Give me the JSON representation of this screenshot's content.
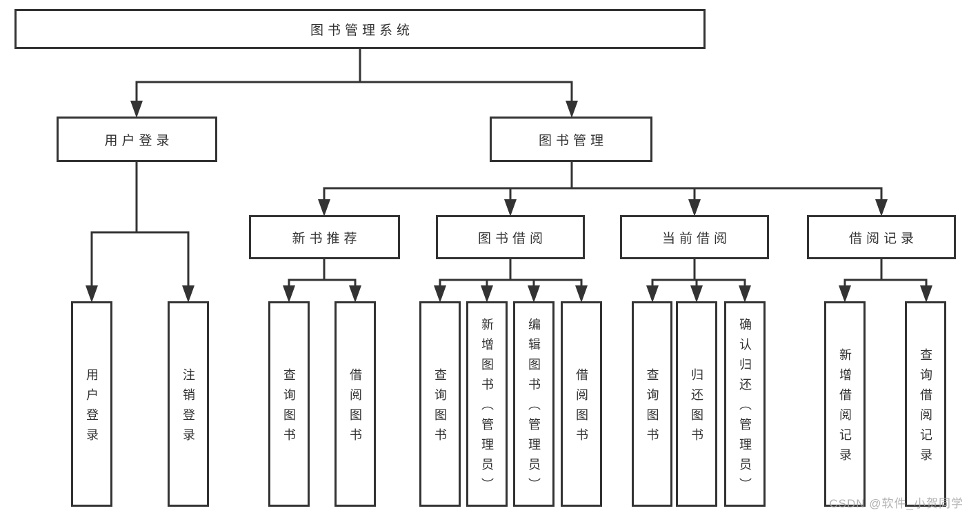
{
  "colors": {
    "line": "#333333",
    "box_border": "#333333",
    "text": "#333333",
    "background": "#ffffff",
    "watermark": "#a4a4a4"
  },
  "nodes": {
    "root": {
      "label": "图书管理系统"
    },
    "level2": [
      {
        "label": "用户登录"
      },
      {
        "label": "图书管理"
      }
    ],
    "level3": [
      {
        "label": "新书推荐"
      },
      {
        "label": "图书借阅"
      },
      {
        "label": "当前借阅"
      },
      {
        "label": "借阅记录"
      }
    ],
    "level4": {
      "user_login": [
        {
          "label": "用户登录"
        },
        {
          "label": "注销登录"
        }
      ],
      "new_books": [
        {
          "label": "查询图书"
        },
        {
          "label": "借阅图书"
        }
      ],
      "book_borrow": [
        {
          "label": "查询图书"
        },
        {
          "label": "新增图书（管理员）"
        },
        {
          "label": "编辑图书（管理员）"
        },
        {
          "label": "借阅图书"
        }
      ],
      "current_borrow": [
        {
          "label": "查询图书"
        },
        {
          "label": "归还图书"
        },
        {
          "label": "确认归还（管理员）"
        }
      ],
      "borrow_records": [
        {
          "label": "新增借阅记录"
        },
        {
          "label": "查询借阅记录"
        }
      ]
    }
  },
  "watermark": {
    "text": "CSDN @软件_小贺同学"
  }
}
